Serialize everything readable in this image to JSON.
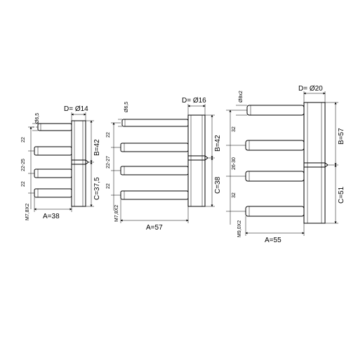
{
  "hinge_small": {
    "diameter": "D= Ø14",
    "pin_dia": "Ø6,5",
    "spacing_top": "22",
    "spacing_mid": "22-25",
    "spacing_bottom": "22",
    "thread": "M7,8X2",
    "length_a": "A=38",
    "height_b": "B=42",
    "height_c": "C=37,5"
  },
  "hinge_medium": {
    "diameter": "D= Ø16",
    "pin_dia": "Ø6,5",
    "spacing_top": "22",
    "spacing_mid": "22-27",
    "spacing_bottom": "22",
    "thread": "M7,8X2",
    "length_a": "A=57",
    "height_b": "B=42",
    "height_c": "C=38"
  },
  "hinge_large": {
    "diameter": "D= Ø20",
    "pin_dia": "Ø8x2",
    "spacing_top": "32",
    "spacing_mid": "26-30",
    "spacing_bottom": "32",
    "thread": "M9,0X2",
    "length_a": "A=55",
    "height_b": "B=57",
    "height_c": "C=51"
  }
}
